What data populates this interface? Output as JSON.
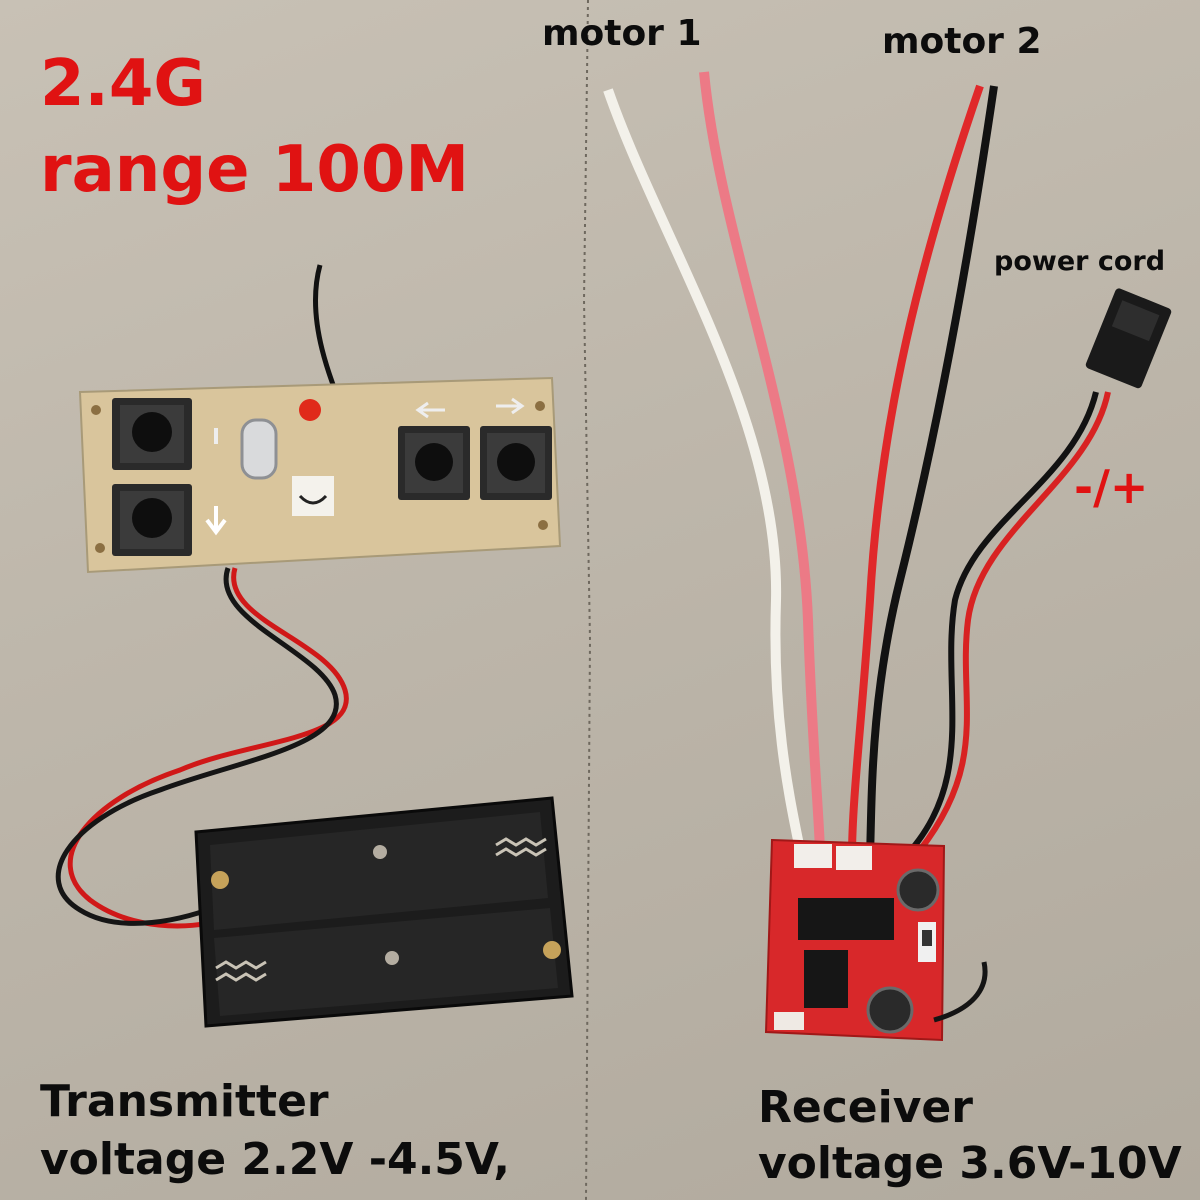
{
  "headline": {
    "line1": "2.4G",
    "line2": "range 100M"
  },
  "wire_labels": {
    "motor1": "motor 1",
    "motor2": "motor 2",
    "power": "power cord",
    "polarity": "-/+"
  },
  "transmitter": {
    "title": "Transmitter",
    "voltage": "voltage 2.2V -4.5V,"
  },
  "receiver": {
    "title": "Receiver",
    "voltage": "voltage 3.6V-10V"
  },
  "colors": {
    "annotation_red": "#e01212",
    "annotation_black": "#0c0c0c",
    "board_tan": "#d8c49a",
    "receiver_red": "#d42828",
    "battery_black": "#1a1a1a"
  }
}
